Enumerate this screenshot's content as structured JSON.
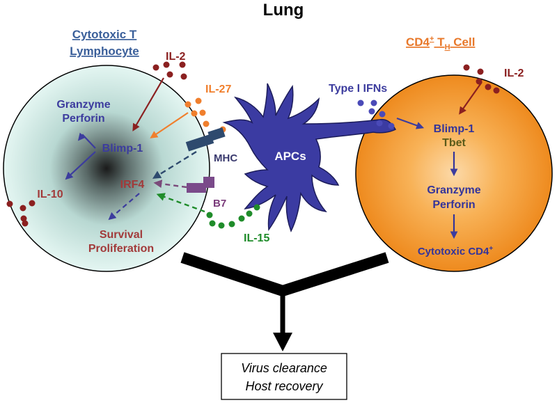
{
  "title": "Lung",
  "ctl": {
    "heading_line1": "Cytotoxic T",
    "heading_line2": "Lymphocyte",
    "il2": "IL-2",
    "il27": "IL-27",
    "granzyme": "Granzyme",
    "perforin": "Perforin",
    "blimp1": "Blimp-1",
    "irf4": "IRF4",
    "il10": "IL-10",
    "survival": "Survival",
    "proliferation": "Proliferation"
  },
  "apc": {
    "label": "APCs",
    "mhc": "MHC",
    "b7": "B7",
    "il15": "IL-15",
    "type1_ifns": "Type I IFNs"
  },
  "cd4": {
    "heading_main": "CD4",
    "heading_sup": "+",
    "heading_t": " T",
    "heading_sub": "H",
    "heading_tail": " Cell",
    "il2": "IL-2",
    "blimp1": "Blimp-1",
    "tbet": "Tbet",
    "granzyme": "Granzyme",
    "perforin": "Perforin",
    "cytotoxic_main": "Cytotoxic CD4",
    "cytotoxic_sup": "+"
  },
  "outcome": {
    "line1": "Virus clearance",
    "line2": "Host recovery"
  },
  "colors": {
    "ctl_heading": "#3a5f9a",
    "cd4_heading": "#e8782a",
    "il2": "#8b2020",
    "il27": "#f07f2d",
    "blue_text": "#3c3c9e",
    "irf4": "#a23a3a",
    "il15": "#1f8c2a",
    "b7": "#7a3a7a",
    "mhc_text": "#3a3a6e",
    "apc_fill": "#3b3ba2",
    "tbet": "#5a5a1a",
    "cd4_text": "#34349a"
  }
}
